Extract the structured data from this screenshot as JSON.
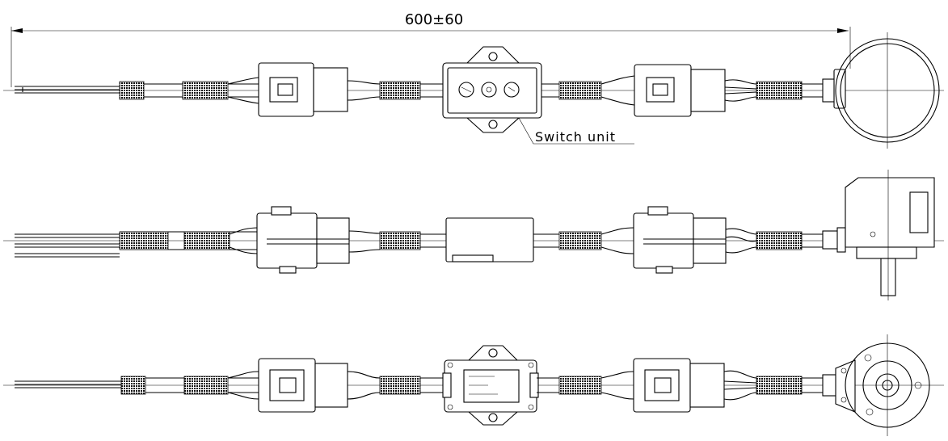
{
  "dimension": {
    "text": "600±60"
  },
  "callout": {
    "text": "Switch unit"
  },
  "views": [
    "top-view",
    "side-view",
    "bottom-view"
  ]
}
